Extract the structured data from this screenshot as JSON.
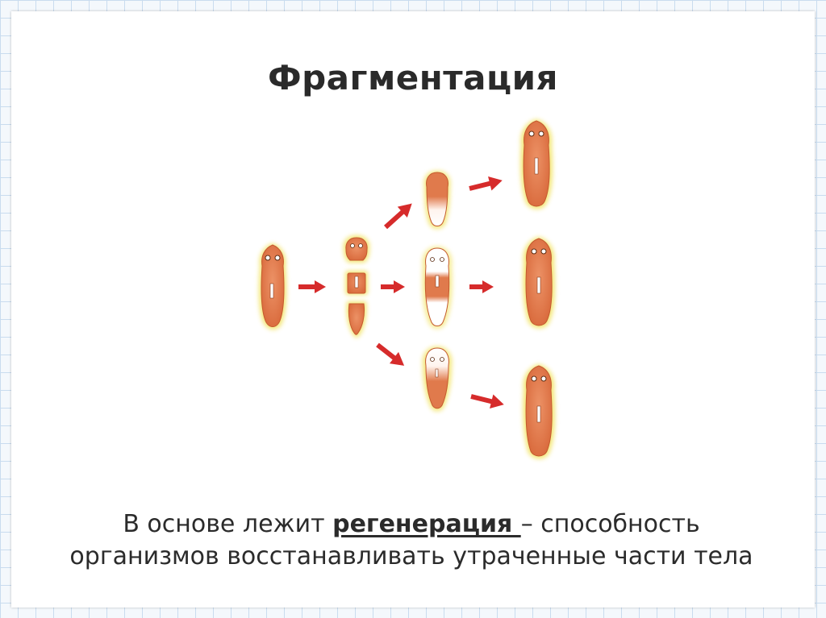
{
  "slide": {
    "title": "Фрагментация",
    "caption": {
      "line1_prefix": "В основе лежит ",
      "line1_term": "регенерация ",
      "line1_suffix": "– способность",
      "line2": "организмов восстанавливать утраченные части тела"
    }
  },
  "colors": {
    "body_fill": "#e07a4c",
    "glow": "#f4e36a",
    "arrow": "#d62b2b",
    "regenerated_tissue": "#ffffff"
  }
}
